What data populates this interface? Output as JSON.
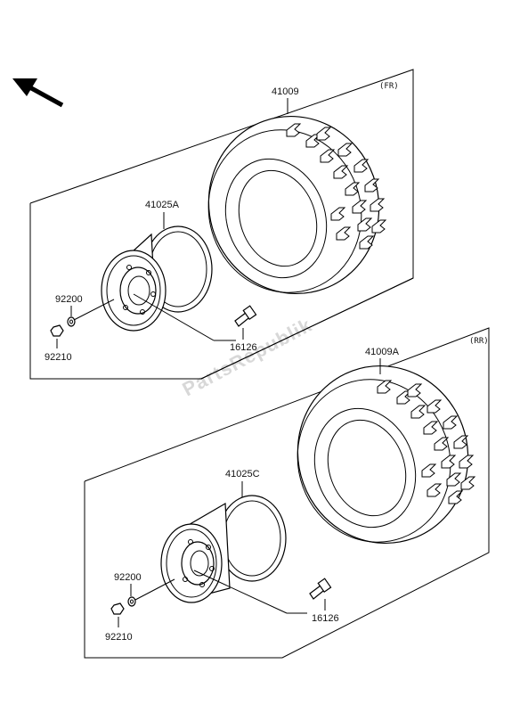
{
  "front": {
    "view_label": "(FR)",
    "tire_part": "41009",
    "wheel_part": "41025A",
    "washer_part": "92200",
    "nut_part": "92210",
    "valve_part": "16126"
  },
  "rear": {
    "view_label": "(RR)",
    "tire_part": "41009A",
    "wheel_part": "41025C",
    "washer_part": "92200",
    "nut_part": "92210",
    "valve_part": "16126"
  },
  "watermark": "PartsRepublik",
  "icons": {
    "direction": "arrow-up-left-icon"
  }
}
